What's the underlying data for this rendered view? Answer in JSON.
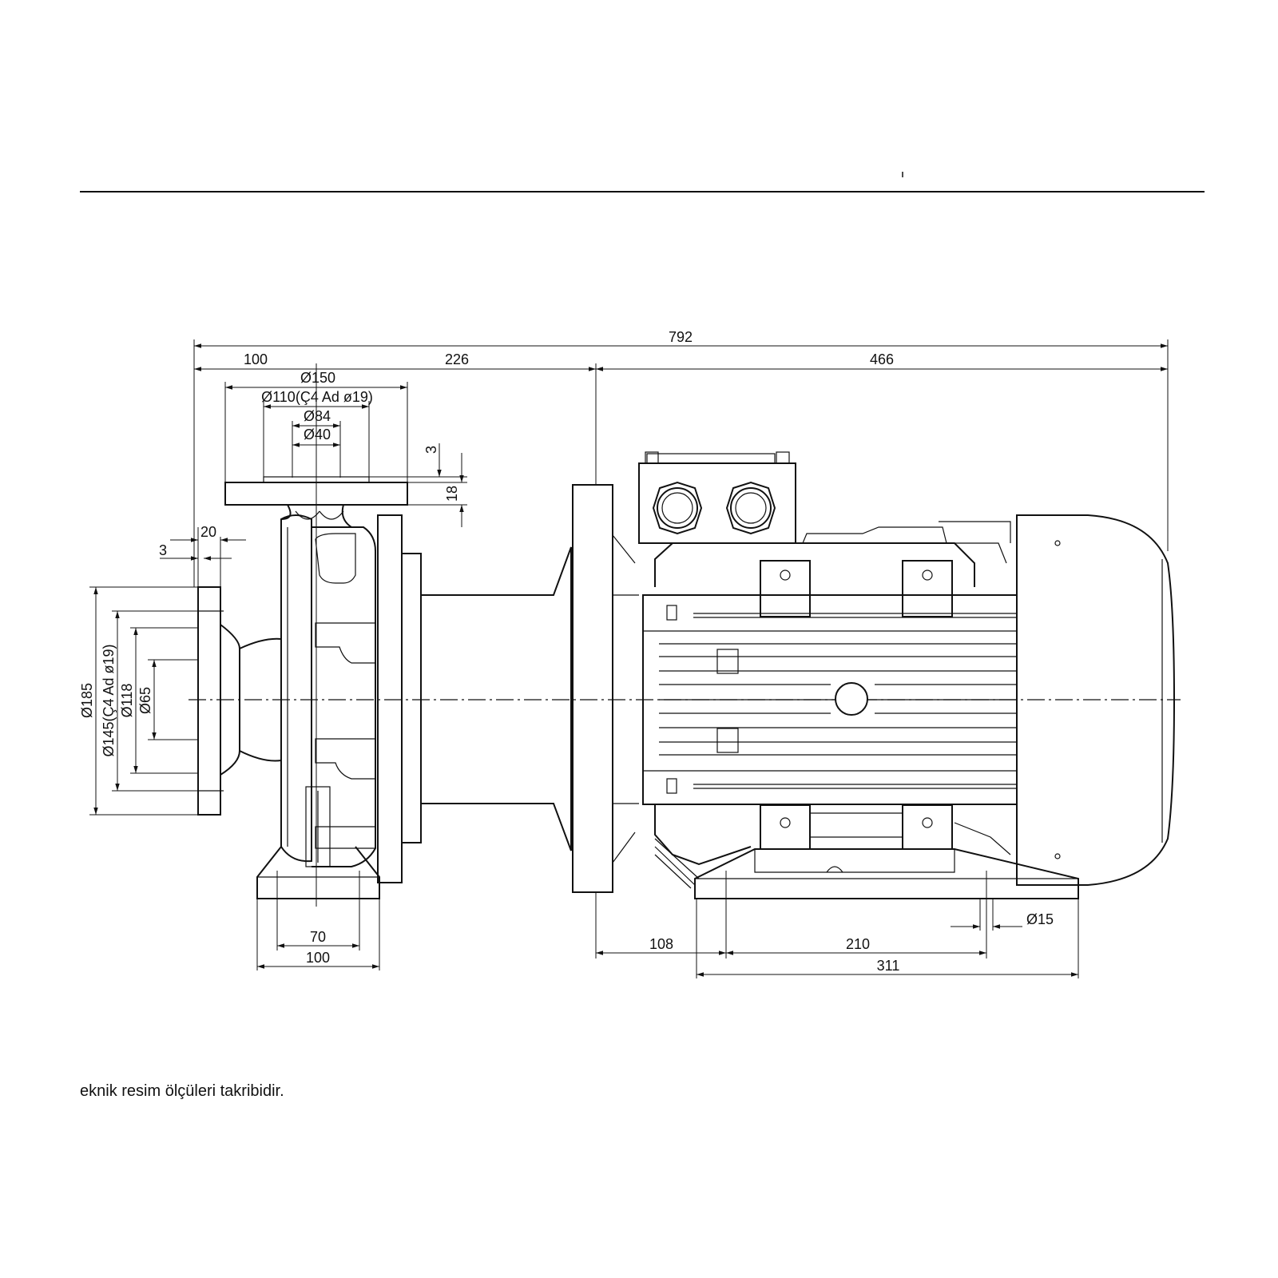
{
  "dimensions": {
    "overall_length": "792",
    "flange_offset": "100",
    "pump_length": "226",
    "motor_length": "466",
    "discharge_flange_od": "Ø150",
    "discharge_bolt_circle": "Ø110(Ç4 Ad ø19)",
    "discharge_raised_face": "Ø84",
    "discharge_bore": "Ø40",
    "discharge_step": "3",
    "discharge_flange_thickness": "18",
    "suction_flange_thickness": "20",
    "suction_step": "3",
    "suction_flange_od": "Ø185",
    "suction_bolt_circle": "Ø145(Ç4 Ad ø19)",
    "suction_raised_face": "Ø118",
    "suction_bore": "Ø65",
    "pump_foot_holes": "70",
    "pump_foot_width": "100",
    "motor_foot_offset": "108",
    "motor_foot_holes": "210",
    "motor_foot_length": "311",
    "foot_hole_diameter": "Ø15"
  },
  "note": "eknik resim ölçüleri takribidir."
}
